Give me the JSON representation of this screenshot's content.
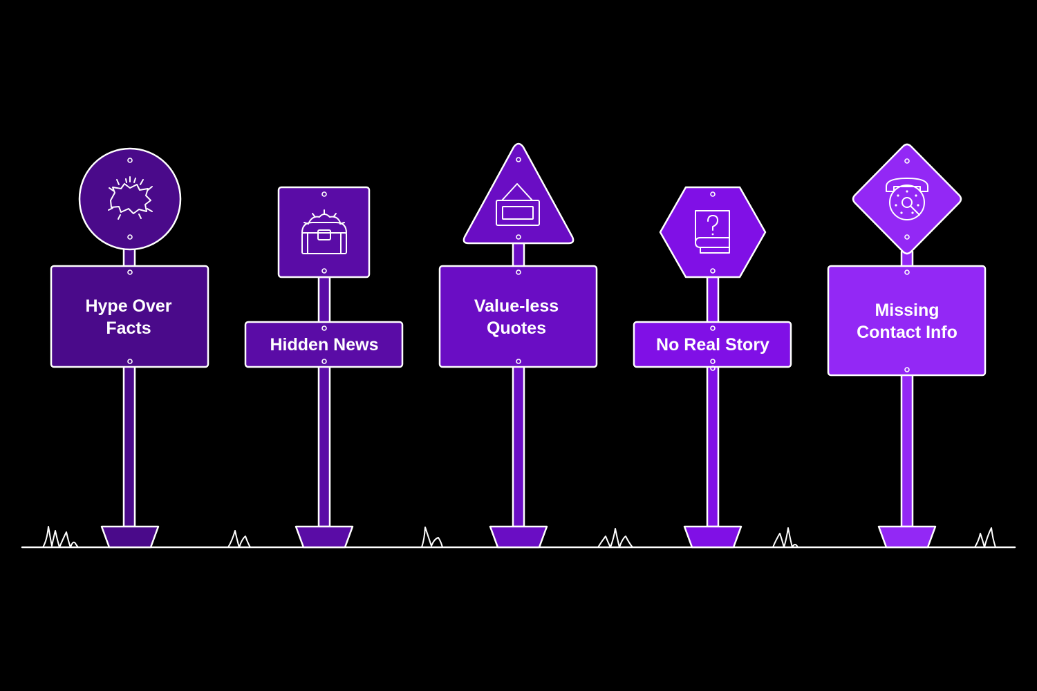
{
  "colors": {
    "background": "#000000",
    "outline": "#ffffff",
    "sign_1": "#4a0a8a",
    "sign_2": "#5a0ca6",
    "sign_3": "#6a0dc4",
    "sign_4": "#8010e6",
    "sign_5": "#9328f5"
  },
  "signs": [
    {
      "id": "hype-over-facts",
      "icon": "explosion-icon",
      "top_shape": "circle",
      "label_lines": [
        "Hype Over",
        "Facts"
      ]
    },
    {
      "id": "hidden-news",
      "icon": "treasure-chest-icon",
      "top_shape": "square",
      "label_lines": [
        "Hidden News"
      ]
    },
    {
      "id": "value-less-quotes",
      "icon": "hanging-sign-icon",
      "top_shape": "triangle",
      "label_lines": [
        "Value-less",
        "Quotes"
      ]
    },
    {
      "id": "no-real-story",
      "icon": "question-book-icon",
      "top_shape": "hexagon",
      "label_lines": [
        "No Real Story"
      ]
    },
    {
      "id": "missing-contact-info",
      "icon": "telephone-icon",
      "top_shape": "diamond",
      "label_lines": [
        "Missing",
        "Contact Info"
      ]
    }
  ]
}
